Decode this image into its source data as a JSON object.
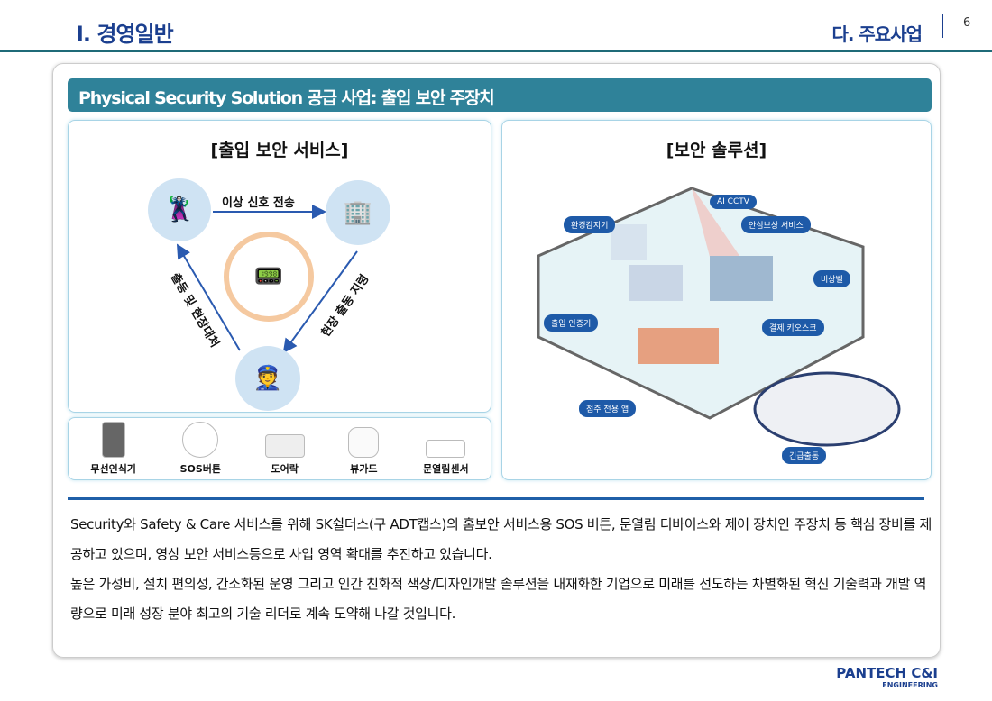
{
  "header": {
    "section": "I. 경영일반",
    "subsection": "다. 주요사업",
    "page": "6"
  },
  "title": "Physical Security Solution 공급 사업: 출입 보안 주장치",
  "left_panel": {
    "title": "[출입 보안 서비스]",
    "arrow_top": "이상 신호 전송",
    "arrow_left": "출동 및 현장대처",
    "arrow_right": "현장 출동 지령"
  },
  "devices": [
    "무선인식기",
    "SOS버튼",
    "도어락",
    "뷰가드",
    "문열림센서"
  ],
  "right_panel": {
    "title": "[보안 솔루션]",
    "tags": [
      "AI CCTV",
      "환경감지기",
      "안심보상 서비스",
      "비상벨",
      "출입 인증기",
      "결제 키오스크",
      "점주 전용 앱",
      "긴급출동"
    ]
  },
  "paragraph": [
    "Security와 Safety & Care 서비스를 위해 SK쉴더스(구 ADT캡스)의 홈보안 서비스용 SOS 버튼, 문열림 디바이스와 제어 장치인 주장치 등 핵심 장비를 제공하고 있으며, 영상 보안 서비스등으로 사업 영역 확대를 추진하고 있습니다.",
    "높은 가성비, 설치 편의성, 간소화된 운영 그리고 인간 친화적 색상/디자인개발 솔루션을 내재화한 기업으로 미래를 선도하는 차별화된 혁신 기술력과 개발 역량으로 미래 성장 분야 최고의 기술 리더로 계속 도약해 나갈 것입니다."
  ],
  "logo": {
    "name": "PANTECH C&I",
    "sub": "ENGINEERING"
  }
}
